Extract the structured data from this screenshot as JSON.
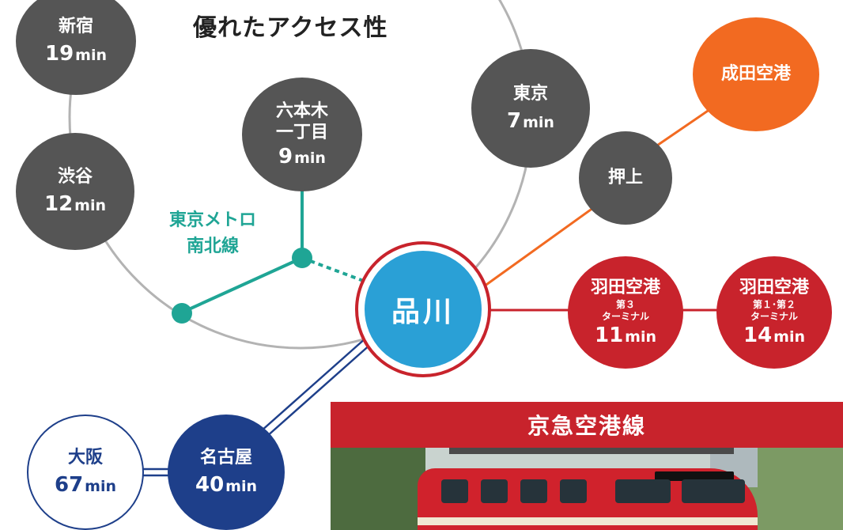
{
  "title": "優れたアクセス性",
  "hub": {
    "name": "品川"
  },
  "metro_line": {
    "line1": "東京メトロ",
    "line2": "南北線"
  },
  "stations": {
    "shinjuku": {
      "name": "新宿",
      "time": "19",
      "unit": "min"
    },
    "shibuya": {
      "name": "渋谷",
      "time": "12",
      "unit": "min"
    },
    "roppongi": {
      "name1": "六本木",
      "name2": "一丁目",
      "time": "9",
      "unit": "min"
    },
    "tokyo": {
      "name": "東京",
      "time": "7",
      "unit": "min"
    },
    "oshiage": {
      "name": "押上"
    },
    "narita": {
      "name": "成田空港"
    },
    "haneda3": {
      "name": "羽田空港",
      "sub1": "第３",
      "sub2": "ターミナル",
      "time": "11",
      "unit": "min"
    },
    "haneda12": {
      "name": "羽田空港",
      "sub1": "第１･第２",
      "sub2": "ターミナル",
      "time": "14",
      "unit": "min"
    },
    "nagoya": {
      "name": "名古屋",
      "time": "40",
      "unit": "min"
    },
    "osaka": {
      "name": "大阪",
      "time": "67",
      "unit": "min"
    }
  },
  "photo": {
    "caption": "京急空港線"
  },
  "colors": {
    "gray": "#555555",
    "red": "#c8232c",
    "orange": "#f26a21",
    "navy": "#1e3f8a",
    "teal": "#1fa595",
    "blue": "#2aa0d6",
    "loop": "#b3b3b3"
  }
}
